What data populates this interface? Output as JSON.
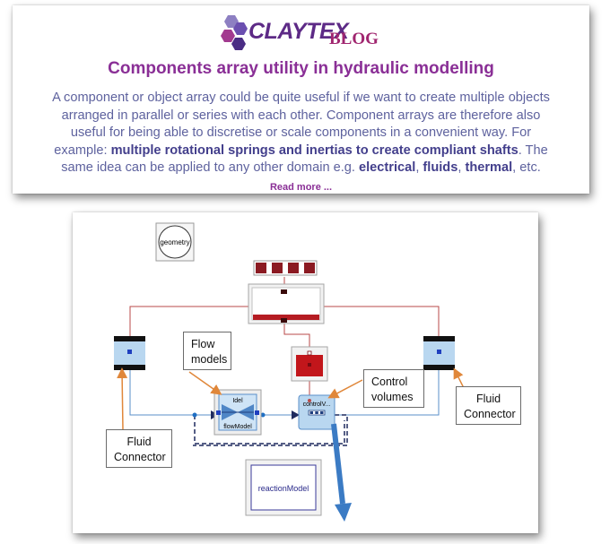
{
  "header": {
    "brand": "CLAYTEX",
    "blog_label": "BLOG",
    "brand_color": "#5d2a86",
    "accent_color": "#a0256f",
    "title": "Components array utility in hydraulic modelling",
    "body": {
      "line1": "A component or object array could be quite useful if we want to create multiple objects",
      "line2": "arranged in parallel or series with each other. Component arrays are therefore also",
      "line3": "useful for being able to discretise or scale components in a convenient way. For",
      "line4_pre": "example: ",
      "line4_bold": "multiple rotational springs and inertias to create compliant shafts",
      "line4_post": ". The",
      "line5_pre": "same idea can be applied to any other domain e.g. ",
      "line5_bold1": "electrical",
      "line5_sep1": ", ",
      "line5_bold2": "fluids",
      "line5_sep2": ", ",
      "line5_bold3": "thermal",
      "line5_post": ", etc."
    },
    "read_more": "Read more ..."
  },
  "diagram": {
    "geometry_label": "geometry",
    "flow_model_top": "Idel",
    "flow_model_bottom": "flowModel",
    "control_volume_label": "controlV...",
    "reaction_label": "reactionModel",
    "callouts": {
      "flow_models": [
        "Flow",
        "models"
      ],
      "control_volumes": [
        "Control",
        "volumes"
      ],
      "fluid_connector_left": [
        "Fluid",
        "Connector"
      ],
      "fluid_connector_right": [
        "Fluid",
        "Connector"
      ]
    },
    "colors": {
      "thermal_line": "#b94a48",
      "fluid_line": "#5a8fc9",
      "callout_arrow": "#e0873a",
      "big_arrow": "#3b7bc4",
      "heater_red": "#c2161b",
      "dark_red": "#7a0b12"
    }
  }
}
